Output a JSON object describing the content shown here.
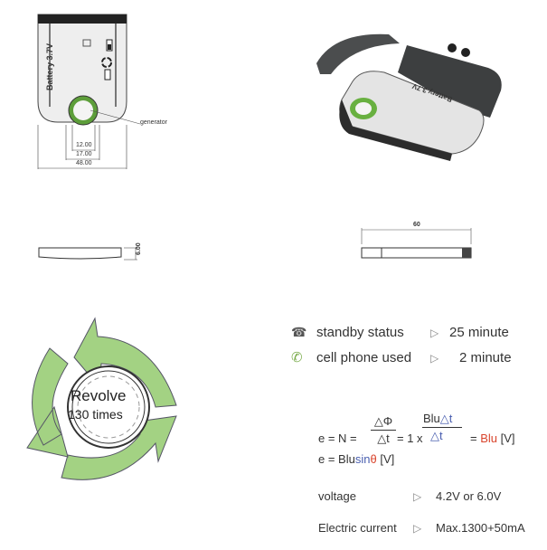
{
  "front_view": {
    "label": "Battery 3.7V",
    "generator_label": "generator",
    "dims": [
      "12.00",
      "17.00",
      "48.00"
    ]
  },
  "side_view_left": {
    "dim": "6.00"
  },
  "side_view_right": {
    "dim": "60"
  },
  "revolve": {
    "line1": "Revolve",
    "line2": "130 times"
  },
  "render": {
    "label": "Battery 3.7V"
  },
  "specs": {
    "standby_label": "standby status",
    "standby_value": "25 minute",
    "used_label": "cell phone used",
    "used_value": "2 minute",
    "voltage_label": "voltage",
    "voltage_value": "4.2V or 6.0V",
    "current_label": "Electric current",
    "current_value": "Max.1300+50mA"
  },
  "formula": {
    "lhs": "e = N =",
    "num1": "△Φ",
    "den1": "△t",
    "mid": "= 1 x",
    "num2a": "Blu",
    "num2b": "△t",
    "den2": "△t",
    "eq": "=",
    "res": "Blu",
    "unit": "[V]",
    "line2a": "e = Blu",
    "line2b": "sin",
    "line2c": "θ",
    "line2d": "[V]"
  },
  "colors": {
    "green": "#9fcf7c",
    "red": "#d9442c",
    "blue": "#4a5fb0"
  }
}
